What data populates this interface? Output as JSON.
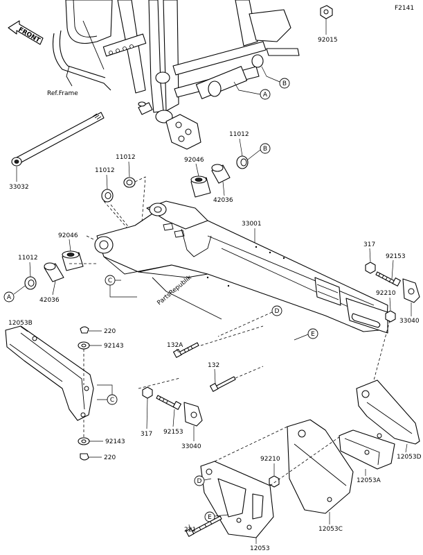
{
  "diagram_id": "F2141",
  "front_label": "FRONT",
  "frame_label": "Ref.Frame",
  "watermark": "PartsRepublik",
  "parts": {
    "p92015": "92015",
    "p33032": "33032",
    "p11012_a": "11012",
    "p11012_b": "11012",
    "p11012_c": "11012",
    "p11012_d": "11012",
    "p92046_a": "92046",
    "p92046_b": "92046",
    "p42036_a": "42036",
    "p42036_b": "42036",
    "p33001": "33001",
    "p317_a": "317",
    "p317_b": "317",
    "p92153_a": "92153",
    "p92153_b": "92153",
    "p33040_a": "33040",
    "p33040_b": "33040",
    "p12053B": "12053B",
    "p220_a": "220",
    "p220_b": "220",
    "p92143_a": "92143",
    "p92143_b": "92143",
    "p132A": "132A",
    "p132": "132",
    "p92210_a": "92210",
    "p92210_b": "92210",
    "p12053D": "12053D",
    "p12053A": "12053A",
    "p12053C": "12053C",
    "p12053": "12053",
    "p221": "221"
  },
  "refs": {
    "a1": "A",
    "a2": "A",
    "b1": "B",
    "b2": "B",
    "c1": "C",
    "c2": "C",
    "d1": "D",
    "d2": "D",
    "e1": "E",
    "e2": "E"
  }
}
